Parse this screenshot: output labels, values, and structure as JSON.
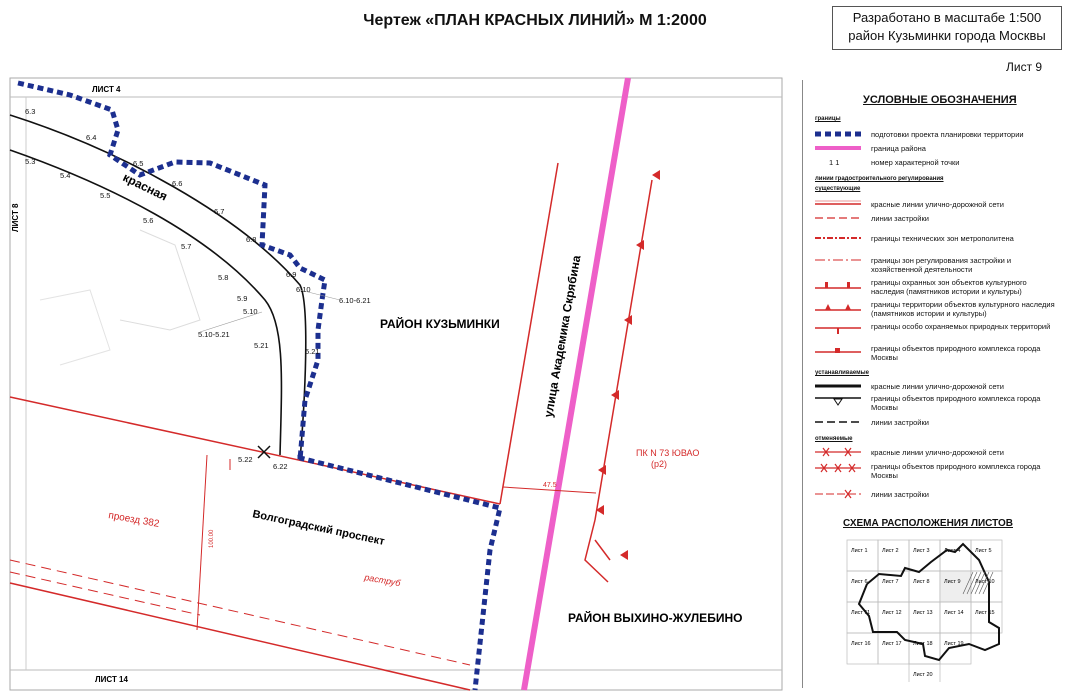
{
  "header": {
    "title": "Чертеж «ПЛАН КРАСНЫХ ЛИНИЙ» М 1:2000",
    "stamp_line1": "Разработано в масштабе 1:500",
    "stamp_line2": "район Кузьминки города Москвы",
    "sheet": "Лист 9"
  },
  "map": {
    "top_sheet": "ЛИСТ 4",
    "left_sheet": "ЛИСТ 8",
    "bottom_sheet": "ЛИСТ 14",
    "district_kuzminki": "РАЙОН КУЗЬМИНКИ",
    "district_vykhino": "РАЙОН ВЫХИНО-ЖУЛЕБИНО",
    "street_skryabina": "улица Академика Скрябина",
    "street_red": "красная",
    "prospect": "Волгоградский проспект",
    "passage": "проезд 382",
    "rastrub": "раструб",
    "pk_label": "ПК N  73 ЮВАО",
    "pk_sub": "(р2)",
    "dim_475": "47.5",
    "dim_vert": "100.00",
    "pt_63": "6.3",
    "pt_64": "6.4",
    "pt_65": "6.5",
    "pt_66": "6.6",
    "pt_67": "6.7",
    "pt_68": "6.8",
    "pt_69": "6.9",
    "pt_610": "6.10",
    "pt_610_621": "6.10-6.21",
    "pt_621": "6.21",
    "pt_622": "6.22",
    "pt_53": "5.3",
    "pt_54": "5.4",
    "pt_55": "5.5",
    "pt_56": "5.6",
    "pt_57": "5.7",
    "pt_58": "5.8",
    "pt_59": "5.9",
    "pt_510": "5.10",
    "pt_510_521": "5.10-5.21",
    "pt_521": "5.21",
    "pt_522": "5.22"
  },
  "legend": {
    "title": "УСЛОВНЫЕ ОБОЗНАЧЕНИЯ",
    "hdr_borders": "границы",
    "planning_border": "подготовки проекта планировки территории",
    "district_border": "граница района",
    "point_sym": "1 1",
    "point_number": "номер характерной точки",
    "hdr_lines": "линии градостроительного регулирования",
    "hdr_existing": "существующие",
    "red_lines": "красные линии улично-дорожной сети",
    "building_lines": "линии застройки",
    "metro_zones": "границы технических зон метрополитена",
    "regulation_zones": "границы зон регулирования застройки и хозяйственной деятельности",
    "heritage_protect": "границы охранных зон объектов культурного наследия (памятников истории и культуры)",
    "heritage_territory": "границы территории объектов культурного наследия (памятников истории и культуры)",
    "protected_natural": "границы особо охраняемых природных территорий",
    "natural_complex": "границы объектов природного комплекса города Москвы",
    "hdr_established": "устанавливаемые",
    "est_red": "красные линии улично-дорожной сети",
    "est_natural": "границы объектов природного комплекса города Москвы",
    "est_building": "линии застройки",
    "hdr_cancelled": "отменяемые",
    "can_red": "красные линии улично-дорожной сети",
    "can_natural": "границы объектов природного комплекса города Москвы",
    "can_building": "линии застройки"
  },
  "scheme": {
    "title": "СХЕМА РАСПОЛОЖЕНИЯ ЛИСТОВ",
    "sheets": [
      "Лист 1",
      "Лист 2",
      "Лист 3",
      "Лист 4",
      "Лист 5",
      "Лист 6",
      "Лист 7",
      "Лист 8",
      "Лист 9",
      "Лист 10",
      "Лист 11",
      "Лист 12",
      "Лист 13",
      "Лист 14",
      "Лист 15",
      "Лист 16",
      "Лист 17",
      "Лист 18",
      "Лист 19",
      "Лист 20"
    ]
  },
  "colors": {
    "red": "#d42a2a",
    "blue": "#1c2f8f",
    "pink": "#ee5fc8"
  }
}
